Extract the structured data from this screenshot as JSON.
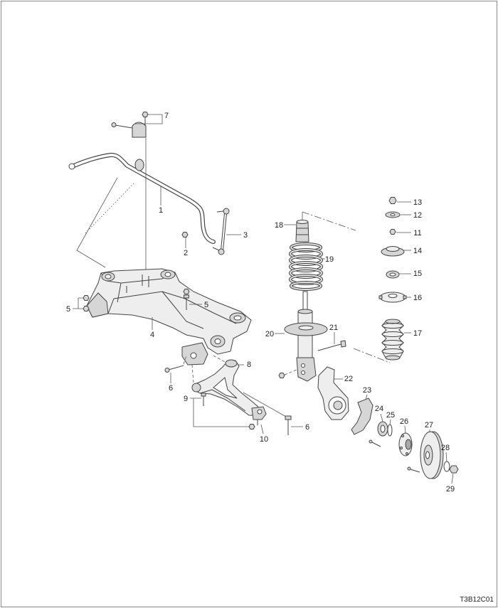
{
  "callouts": [
    "7",
    "1",
    "3",
    "2",
    "5",
    "5",
    "4",
    "6",
    "8",
    "9",
    "6",
    "10",
    "18",
    "19",
    "20",
    "21",
    "22",
    "23",
    "24",
    "25",
    "26",
    "27",
    "28",
    "29",
    "13",
    "12",
    "11",
    "14",
    "15",
    "16",
    "17"
  ],
  "drawing_code": "T3B12C01",
  "colors": {
    "line": "#444444",
    "background": "#ffffff",
    "frame": "#8a8a8a"
  }
}
